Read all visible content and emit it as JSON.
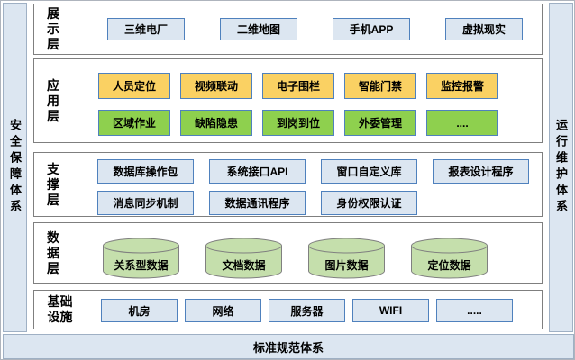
{
  "frame": {
    "left_sidebar": "安全保障体系",
    "right_sidebar": "运行维护体系",
    "bottom_bar": "标准规范体系"
  },
  "layers": [
    {
      "label": "展示层",
      "rows": [
        {
          "style": "blue",
          "items": [
            "三维电厂",
            "二维地图",
            "手机APP",
            "虚拟现实"
          ]
        }
      ]
    },
    {
      "label": "应用层",
      "rows": [
        {
          "style": "yellow",
          "items": [
            "人员定位",
            "视频联动",
            "电子围栏",
            "智能门禁",
            "监控报警"
          ]
        },
        {
          "style": "green",
          "items": [
            "区域作业",
            "缺陷隐患",
            "到岗到位",
            "外委管理",
            "...."
          ]
        }
      ]
    },
    {
      "label": "支撑层",
      "rows": [
        {
          "style": "blue",
          "items": [
            "数据库操作包",
            "系统接口API",
            "窗口自定义库",
            "报表设计程序"
          ]
        },
        {
          "style": "blue",
          "items": [
            "消息同步机制",
            "数据通讯程序",
            "身份权限认证"
          ]
        }
      ]
    },
    {
      "label": "数据层",
      "rows": [
        {
          "style": "cylinder",
          "items": [
            "关系型数据",
            "文档数据",
            "图片数据",
            "定位数据"
          ]
        }
      ]
    },
    {
      "label": "基础设施",
      "rows": [
        {
          "style": "blue",
          "items": [
            "机房",
            "网络",
            "服务器",
            "WIFI",
            "....."
          ]
        }
      ]
    }
  ],
  "colors": {
    "accent_border": "#4F81BD",
    "panel_fill": "#DCE6F1",
    "yellow_fill": "#FAD163",
    "green_fill": "#8ED04E",
    "cylinder_fill": "#C5DFAC",
    "layer_border": "#7F7F7F"
  }
}
